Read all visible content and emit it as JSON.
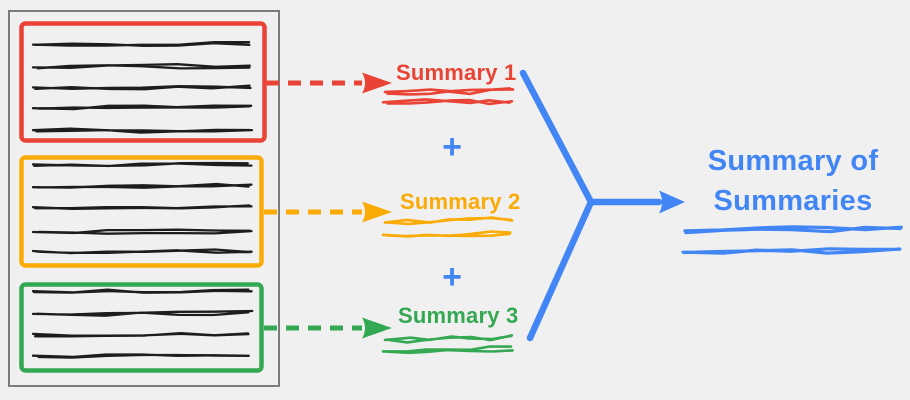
{
  "palette": {
    "background": "#f0f0f0",
    "document_border": "#7b7b7b",
    "ink": "#1d1d1d",
    "red": "#e94335",
    "orange": "#fbab05",
    "green": "#34a853",
    "blue": "#4285f4"
  },
  "document": {
    "sections": [
      {
        "name": "section-1",
        "color_key": "red",
        "text_lines": 5
      },
      {
        "name": "section-2",
        "color_key": "orange",
        "text_lines": 5
      },
      {
        "name": "section-3",
        "color_key": "green",
        "text_lines": 4
      }
    ]
  },
  "summaries": [
    {
      "label": "Summary 1",
      "color_key": "red"
    },
    {
      "label": "Summary 2",
      "color_key": "orange"
    },
    {
      "label": "Summary 3",
      "color_key": "green"
    }
  ],
  "plus_operator": "+",
  "result": {
    "label_line1": "Summary of",
    "label_line2": "Summaries",
    "color_key": "blue"
  }
}
